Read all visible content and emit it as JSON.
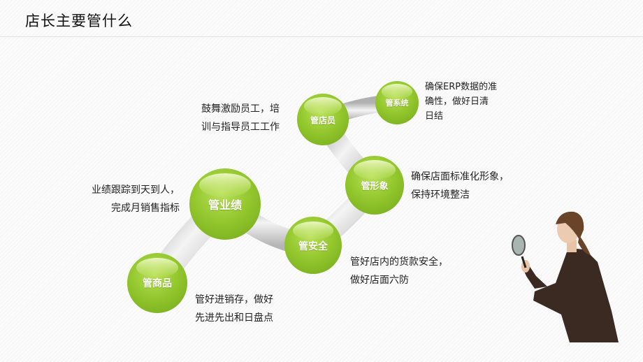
{
  "header": {
    "title": "店长主要管什么"
  },
  "colors": {
    "ball_green": "#8fc42a",
    "ball_highlight": "#d8f08e",
    "connector_gray": "#c8c8c8",
    "text": "#222222"
  },
  "nodes": [
    {
      "id": "system",
      "label": "管系统",
      "description": [
        "确保ERP数据的准",
        "确性，做好日清",
        "日结"
      ]
    },
    {
      "id": "staff",
      "label": "管店员",
      "description": [
        "鼓舞激励员工，培",
        "训与指导员工工作"
      ]
    },
    {
      "id": "image",
      "label": "管形象",
      "description": [
        "确保店面标准化形象，",
        "保持环境整洁"
      ]
    },
    {
      "id": "performance",
      "label": "管业绩",
      "description": [
        "业绩跟踪到天到人，",
        "完成月销售指标"
      ]
    },
    {
      "id": "security",
      "label": "管安全",
      "description": [
        "管好店内的货款安全，",
        "做好店面六防"
      ]
    },
    {
      "id": "goods",
      "label": "管商品",
      "description": [
        "管好进销存，做好",
        "先进先出和日盘点"
      ]
    }
  ],
  "illustration": {
    "subject": "woman-with-magnifying-glass"
  }
}
